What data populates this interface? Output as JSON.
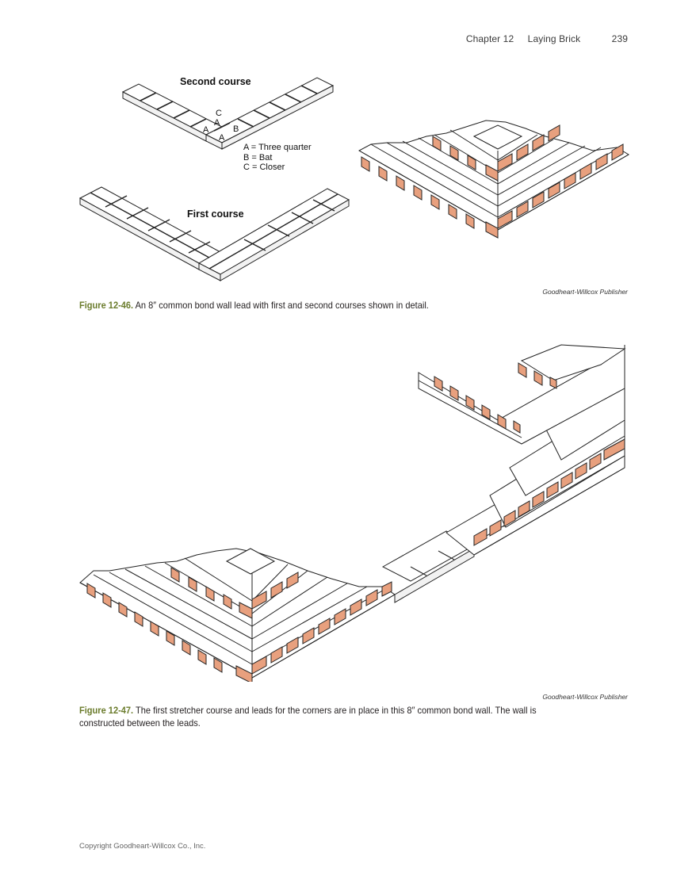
{
  "running_head": {
    "chapter": "Chapter 12",
    "title": "Laying Brick",
    "page_number": "239"
  },
  "figure_46": {
    "labels": {
      "second_course": "Second course",
      "first_course": "First course",
      "letter_c": "C",
      "letter_a_top": "A",
      "letter_a_left": "A",
      "letter_b": "B",
      "letter_a_bottom": "A"
    },
    "legend": [
      "A = Three quarter",
      "B = Bat",
      "C = Closer"
    ],
    "credit": "Goodheart-Willcox Publisher",
    "caption_number": "Figure 12-46.",
    "caption_text": "An 8″ common bond wall lead with first and second courses shown in detail."
  },
  "figure_47": {
    "credit": "Goodheart-Willcox Publisher",
    "caption_number": "Figure 12-47.",
    "caption_text": "The first stretcher course and leads for the corners are in place in this 8″ common bond wall. The wall is constructed between the leads."
  },
  "colors": {
    "header_brick": "#e8a07e",
    "figure_number": "#6b7c2c",
    "outline": "#222222"
  },
  "footer": {
    "copyright": "Copyright Goodheart-Willcox Co., Inc."
  }
}
